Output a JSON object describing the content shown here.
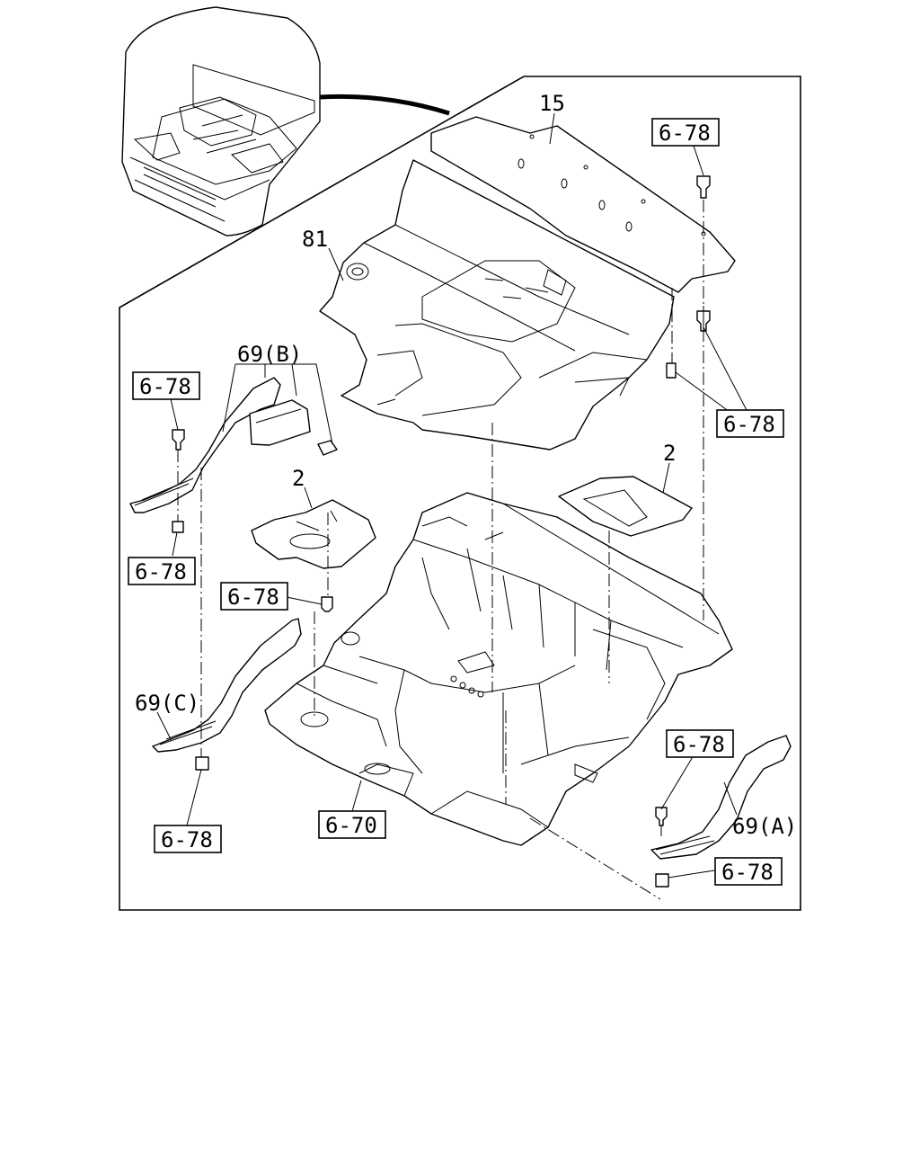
{
  "callouts": {
    "c15": "15",
    "c81": "81",
    "c2_left": "2",
    "c2_right": "2",
    "c69b": "69(B)",
    "c69c": "69(C)",
    "c69a": "69(A)",
    "c670": "6-70",
    "c678_top": "6-78",
    "c678_right_mid": "6-78",
    "c678_left_top": "6-78",
    "c678_left_mid": "6-78",
    "c678_center": "6-78",
    "c678_left_bottom": "6-78",
    "c678_right_a": "6-78",
    "c678_right_bottom": "6-78"
  }
}
